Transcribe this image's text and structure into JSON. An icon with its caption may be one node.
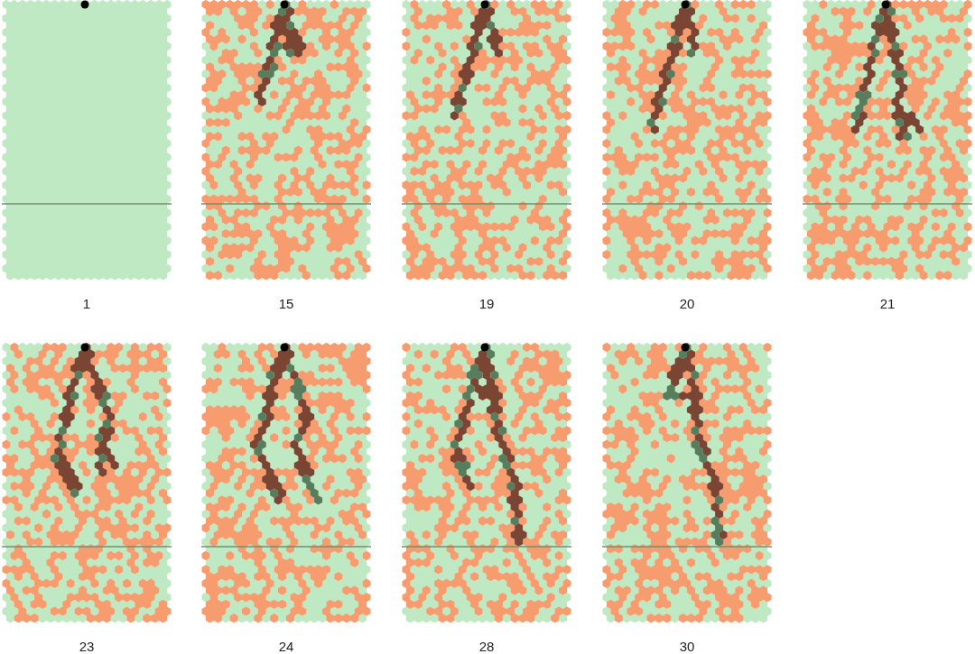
{
  "diagram": {
    "labels": [
      "1",
      "15",
      "19",
      "20",
      "21",
      "23",
      "24",
      "28",
      "30"
    ]
  }
}
